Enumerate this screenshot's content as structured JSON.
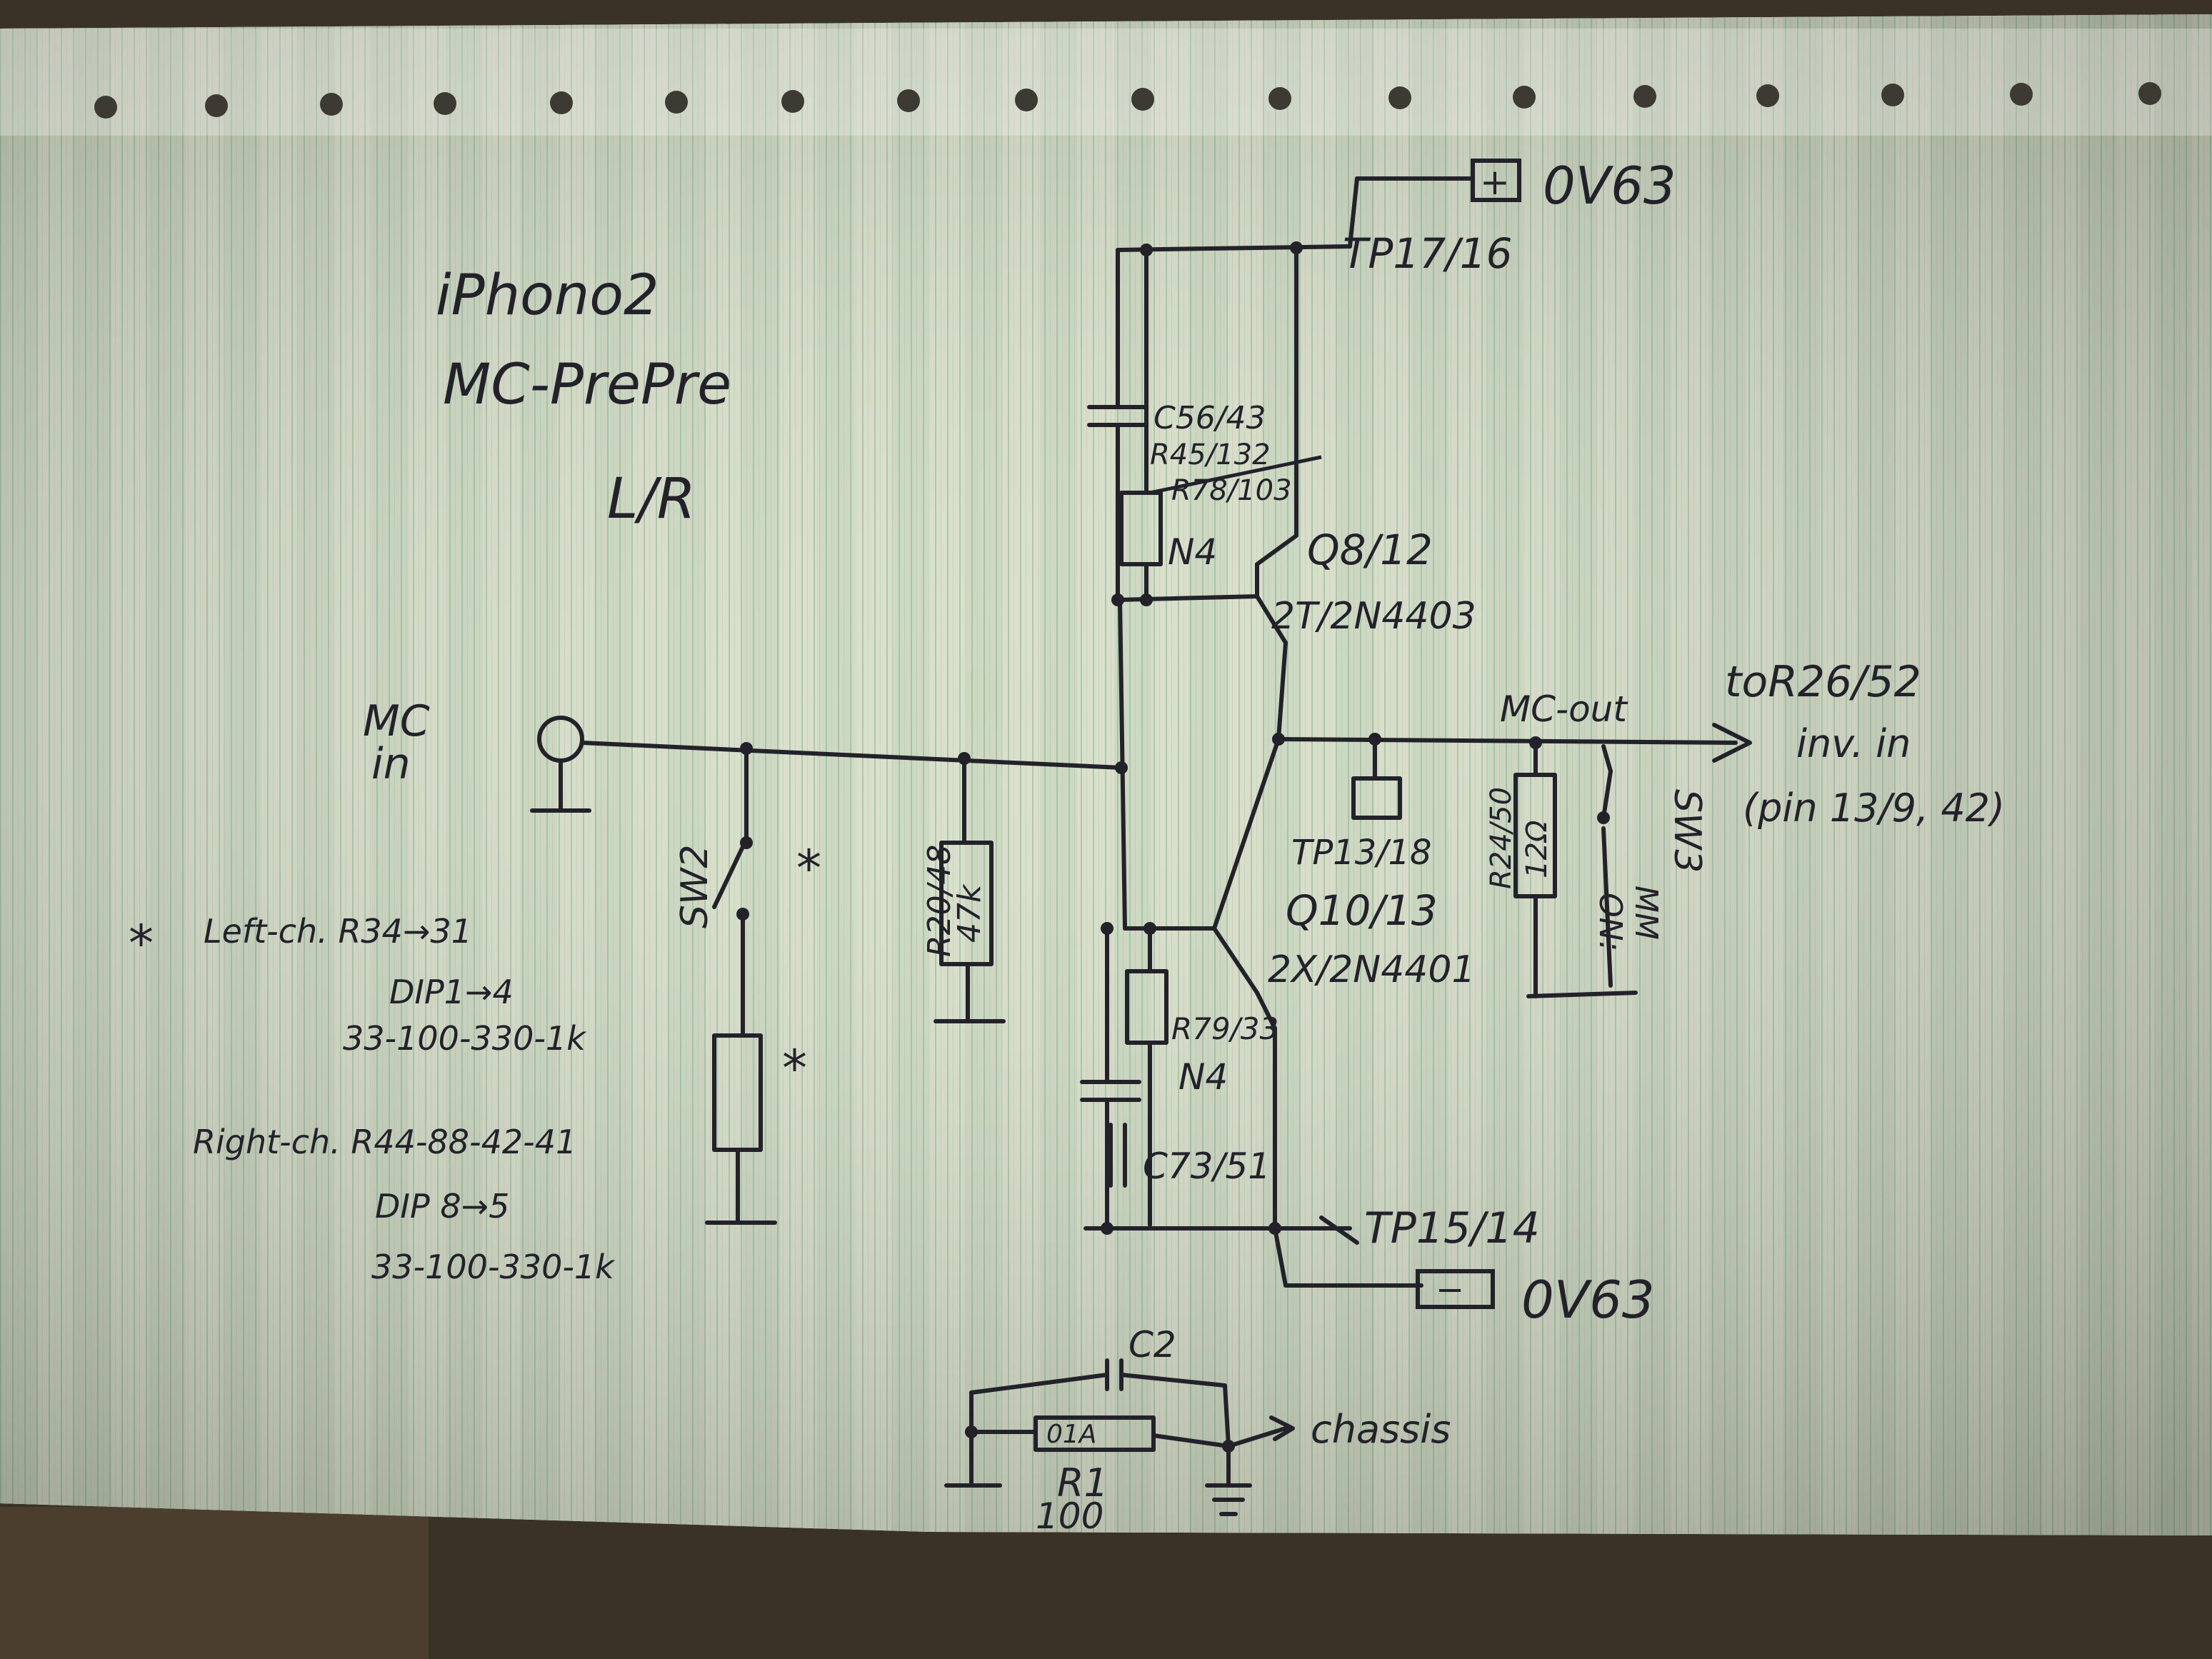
{
  "title": {
    "line1": "iPhono2",
    "line2": "MC-PrePre",
    "line3": "L/R"
  },
  "input": {
    "label1": "MC",
    "label2": "in"
  },
  "supply": {
    "plus_symbol": "+",
    "plus_label": "0V63",
    "minus_symbol": "−",
    "minus_label": "0V63",
    "tp_top": "TP17/16",
    "tp_bottom": "TP15/14"
  },
  "components": {
    "c56": "C56/43",
    "r45": "R45/132",
    "r78_struck": "R78/103",
    "r_top_value": "N4",
    "q8": "Q8/12",
    "q8_type": "2T/2N4403",
    "q10": "Q10/13",
    "q10_type": "2X/2N4401",
    "tp13": "TP13/18",
    "r20": "R20/48",
    "r20_value": "47k",
    "r79": "R79/33",
    "r_bottom_value": "N4",
    "c73": "C73/51",
    "r24": "R24/50",
    "r24_value": "12Ω",
    "sw2": "SW2",
    "sw3": "SW3",
    "sw3_pos1": "MM",
    "sw3_pos2": "ON:",
    "c2": "C2",
    "r1": "R1",
    "r1_box": "01A",
    "r1_value": "100",
    "chassis": "chassis"
  },
  "output": {
    "mc_out": "MC-out",
    "to_label": "toR26/52",
    "inv_in": "inv. in",
    "pins": "(pin 13/9, 42)"
  },
  "notes": {
    "star1": "*",
    "star2": "*",
    "star3": "*",
    "left1": "Left-ch. R34→31",
    "left2": "DIP1→4",
    "left3": "33-100-330-1k",
    "right1": "Right-ch. R44-88-42-41",
    "right2": "DIP 8→5",
    "right3": "33-100-330-1k"
  },
  "colors": {
    "paper": "#d6ddc7",
    "line": "#9fc6a6",
    "ink": "#23222b"
  }
}
